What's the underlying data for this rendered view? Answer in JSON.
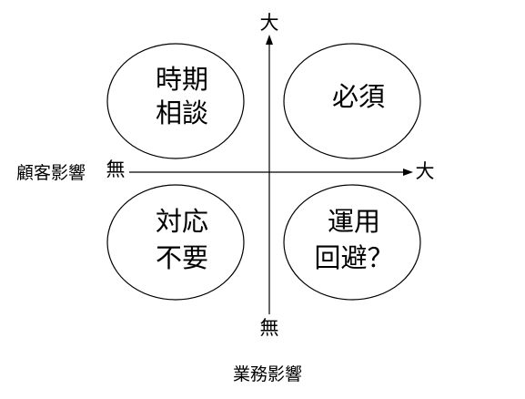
{
  "vertical_axis": {
    "top_label": "大",
    "bottom_label": "無",
    "title": "業務影響"
  },
  "horizontal_axis": {
    "left_label": "無",
    "right_label": "大",
    "title": "顧客影響"
  },
  "quadrants": {
    "top_left": {
      "line1": "時期",
      "line2": "相談"
    },
    "top_right": {
      "line1": "必須"
    },
    "bottom_left": {
      "line1": "対応",
      "line2": "不要"
    },
    "bottom_right": {
      "line1": "運用",
      "line2": "回避？"
    }
  }
}
